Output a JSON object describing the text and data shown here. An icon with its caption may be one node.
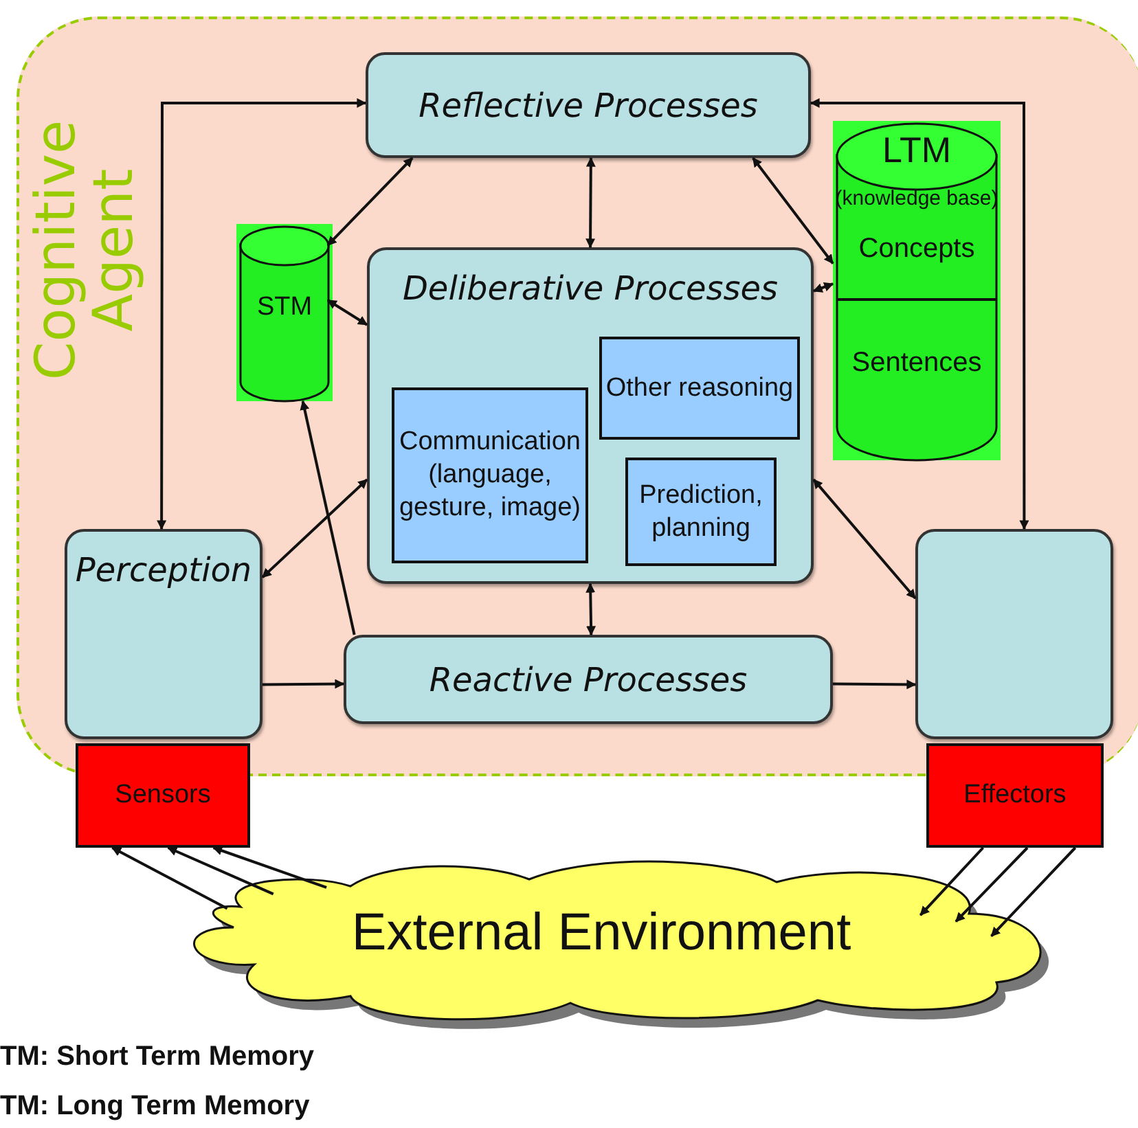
{
  "diagram": {
    "nodes": [
      {
        "text": [
          "Cognitive Agent"
        ]
      },
      {
        "text": [
          "Reflective Processes"
        ],
        "in": 0
      },
      {
        "text": [
          "STM"
        ],
        "in": 0
      },
      {
        "text": [
          "Deliberative Processes"
        ],
        "in": 0
      },
      {
        "text": [
          "Communication (language, gesture, image)"
        ],
        "in": 3
      },
      {
        "text": [
          "Other reasoning"
        ],
        "in": 3
      },
      {
        "text": [
          "Prediction, planning"
        ],
        "in": 3
      },
      {
        "text": [
          "LTM",
          "(knowledge base)",
          "Concepts",
          "Sentences"
        ],
        "in": 0
      },
      {
        "text": [
          "Perception"
        ],
        "in": 0
      },
      {
        "text": [],
        "shape": "box",
        "in": 0
      },
      {
        "text": [
          "Reactive Processes"
        ],
        "in": 0
      },
      {
        "text": [
          "Sensors"
        ]
      },
      {
        "text": [
          "Effectors"
        ]
      },
      {
        "text": [
          "External Environment"
        ]
      }
    ],
    "edges": [
      {
        "from": 8,
        "to": 1,
        "arrow": "both"
      },
      {
        "from": 1,
        "to": 9,
        "arrow": "both"
      },
      {
        "from": 2,
        "to": 1,
        "arrow": "both"
      },
      {
        "from": 2,
        "to": 3,
        "arrow": "both"
      },
      {
        "from": 10,
        "to": 2,
        "arrow": "to"
      },
      {
        "from": 1,
        "to": 3,
        "arrow": "both"
      },
      {
        "from": 1,
        "to": 7,
        "arrow": "both"
      },
      {
        "from": 3,
        "to": 7,
        "arrow": "both"
      },
      {
        "from": 3,
        "to": 8,
        "arrow": "both"
      },
      {
        "from": 3,
        "to": 9,
        "arrow": "both"
      },
      {
        "from": 3,
        "to": 10,
        "arrow": "both"
      },
      {
        "from": 8,
        "to": 10,
        "arrow": "to"
      },
      {
        "from": 10,
        "to": 9,
        "arrow": "to"
      },
      {
        "from": 13,
        "to": 11,
        "arrow": "to"
      },
      {
        "from": 13,
        "to": 11,
        "arrow": "to"
      },
      {
        "from": 13,
        "to": 11,
        "arrow": "to"
      },
      {
        "from": 12,
        "to": 13,
        "arrow": "to"
      },
      {
        "from": 12,
        "to": 13,
        "arrow": "to"
      },
      {
        "from": 12,
        "to": 13,
        "arrow": "to"
      }
    ],
    "labels": [
      "TM: Short Term Memory",
      "TM: Long Term Memory"
    ]
  }
}
